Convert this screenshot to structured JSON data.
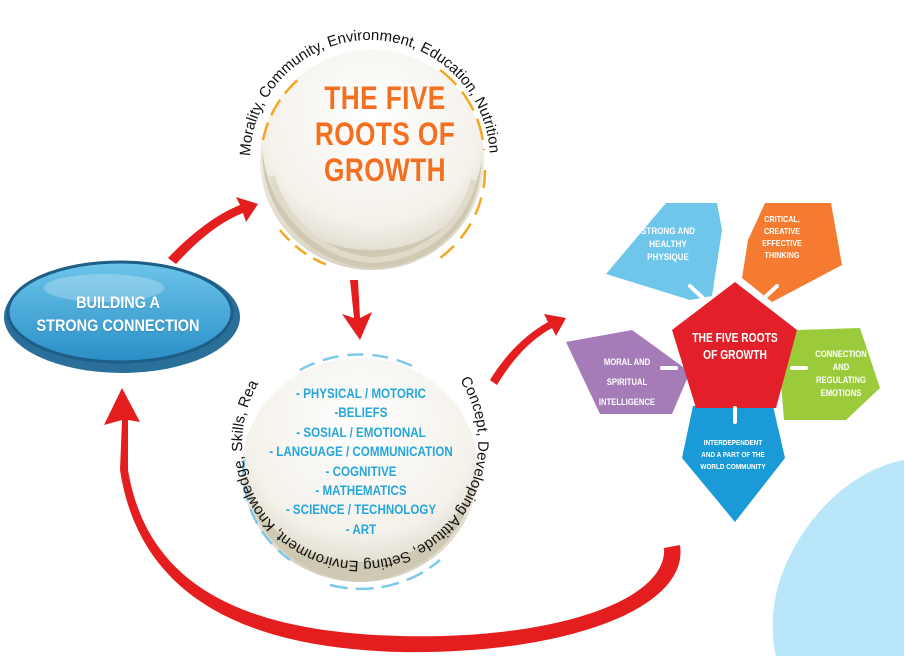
{
  "center_circle": {
    "title_lines": [
      "THE FIVE",
      "ROOTS OF",
      "GROWTH"
    ],
    "arc_text": "Morality, Community, Environment, Education, Nutrition"
  },
  "bottom_circle": {
    "items": [
      "- PHYSICAL / MOTORIC",
      "-BELIEFS",
      "- SOSIAL / EMOTIONAL",
      "- LANGUAGE / COMMUNICATION",
      "- COGNITIVE",
      "- MATHEMATICS",
      "- SCIENCE / TECHNOLOGY",
      "- ART"
    ],
    "arc_text": "Concept, Developing Attitude, Setting Environment, Knowledge, Skills, Real Action"
  },
  "connection_oval": {
    "lines": [
      "BUILDING A",
      "STRONG CONNECTION"
    ]
  },
  "roots_diagram": {
    "center_lines": [
      "THE FIVE ROOTS",
      "OF GROWTH"
    ],
    "petals": [
      {
        "lines": [
          "STRONG AND",
          "HEALTHY",
          "PHYSIQUE"
        ],
        "color": "#6ec6ea"
      },
      {
        "lines": [
          "CRITICAL,",
          "CREATIVE",
          "EFFECTIVE",
          "THINKING"
        ],
        "color": "#f47b30"
      },
      {
        "lines": [
          "CONNECTION",
          "AND",
          "REGULATING",
          "EMOTIONS"
        ],
        "color": "#9bcb3b"
      },
      {
        "lines": [
          "INTERDEPENDENT",
          "AND A PART OF THE",
          "WORLD COMMUNITY"
        ],
        "color": "#1a9bd7"
      },
      {
        "lines": [
          "MORAL AND",
          "SPIRITUAL",
          "INTELLIGENCE"
        ],
        "color": "#a67cb8"
      }
    ],
    "center_color": "#e3202a"
  },
  "colors": {
    "arrow_red": "#e41e1e",
    "orange": "#f37021",
    "light_blue": "#25a6dd",
    "oval_blue": "#3fa8d8"
  }
}
